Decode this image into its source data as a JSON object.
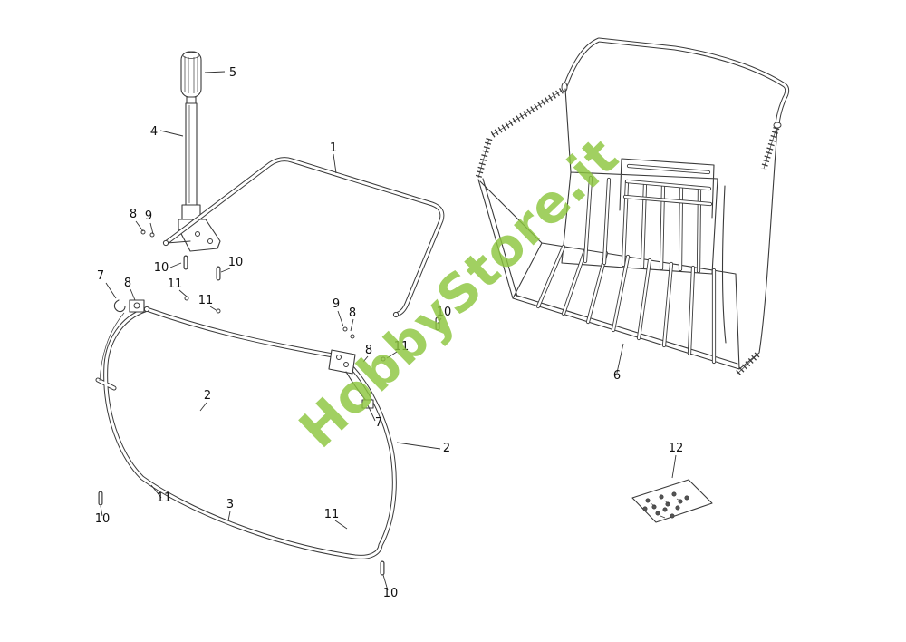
{
  "watermark": {
    "text": "HobbyStore.it",
    "color": "#8dc63f"
  },
  "diagram": {
    "line_color": "#3a3a3a",
    "description_parts_visible": "exploded grass-catcher frame (left) and assembled catcher bag (right) with hardware kit",
    "callouts": [
      "5",
      "4",
      "1",
      "8",
      "9",
      "10",
      "10",
      "11",
      "11",
      "7",
      "8",
      "9",
      "8",
      "10",
      "11",
      "8",
      "7",
      "2",
      "2",
      "6",
      "3",
      "11",
      "11",
      "10",
      "10",
      "12"
    ]
  }
}
